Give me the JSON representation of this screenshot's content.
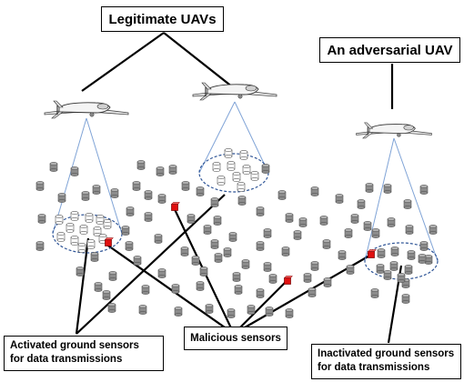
{
  "labels": {
    "legitimate_uavs": "Legitimate UAVs",
    "adversarial_uav": "An adversarial UAV",
    "malicious_sensors": "Malicious sensors",
    "activated_line1": "Activated ground sensors",
    "activated_line2": "for data transmissions",
    "inactivated_line1": "Inactivated ground sensors",
    "inactivated_line2": "for data transmissions"
  },
  "colors": {
    "inactive_sensor": "#8c8c8c",
    "active_sensor": "#ffffff",
    "malicious_sensor": "#e01010",
    "beam": "#7fa3d6",
    "coverage_ellipse": "#2f5597",
    "lines": "#000000"
  },
  "legend_icons": {
    "uav": "drone-icon",
    "sensor": "cylinder-sensor-icon",
    "malicious": "red-cube-icon"
  }
}
